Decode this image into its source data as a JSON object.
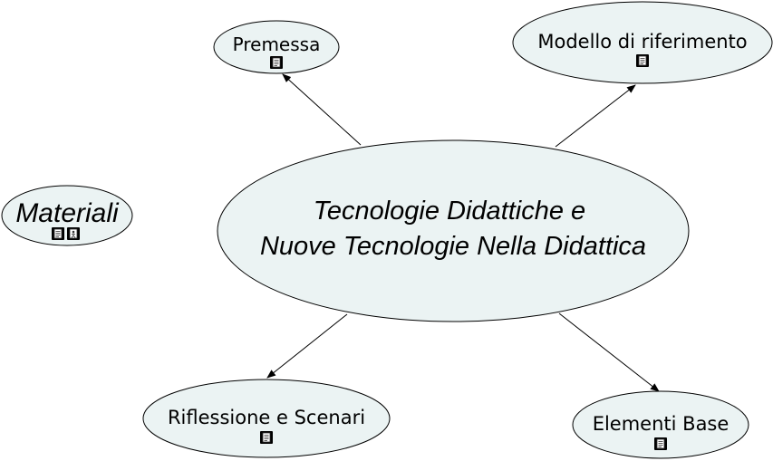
{
  "concept_map": {
    "central": {
      "line1": "Tecnologie Didattiche e",
      "line2": "Nuove Tecnologie Nella Didattica"
    },
    "nodes": {
      "premessa": {
        "label": "Premessa",
        "icons": [
          "document-icon"
        ]
      },
      "modello": {
        "label": "Modello di riferimento",
        "icons": [
          "document-icon"
        ]
      },
      "materiali": {
        "label": "Materiali",
        "icons": [
          "document-icon",
          "web-link-icon"
        ]
      },
      "riflessione": {
        "label": "Riflessione e Scenari",
        "icons": [
          "document-icon"
        ]
      },
      "elementi": {
        "label": "Elementi Base",
        "icons": [
          "document-icon"
        ]
      }
    },
    "links": [
      {
        "from": "central",
        "to": "premessa"
      },
      {
        "from": "central",
        "to": "modello"
      },
      {
        "from": "central",
        "to": "riflessione"
      },
      {
        "from": "central",
        "to": "elementi"
      }
    ],
    "colors": {
      "node_fill": "#ebf3f3",
      "node_stroke": "#000000",
      "icon_accent": "#2c4fa3"
    }
  }
}
